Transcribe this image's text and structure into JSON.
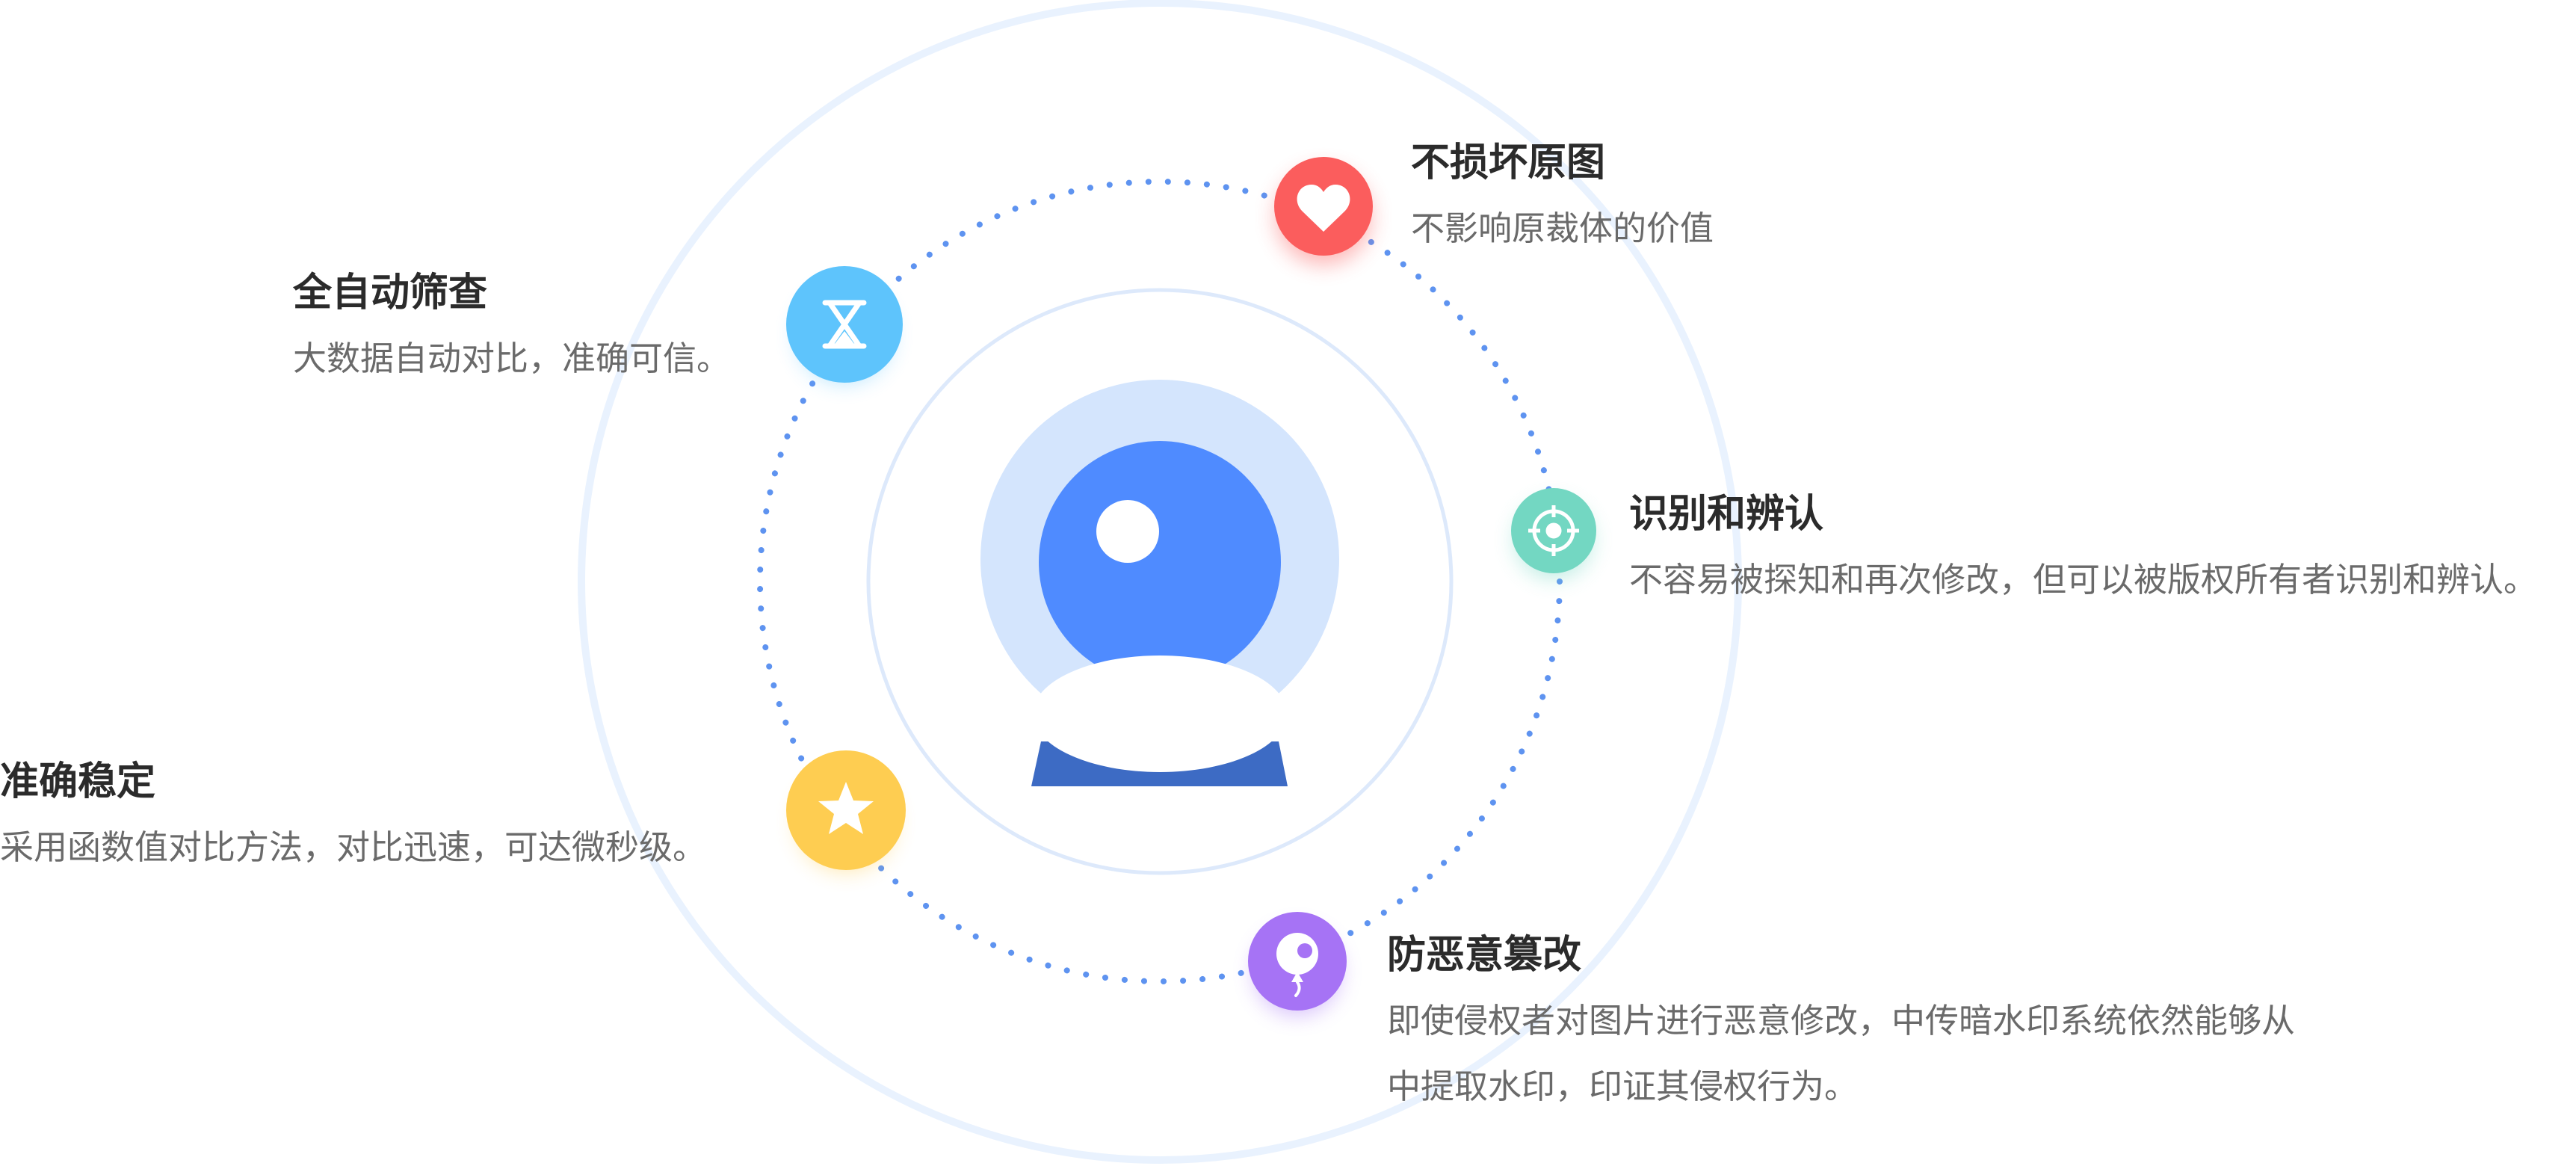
{
  "colors": {
    "outer_ring": "#e9f2fe",
    "inner_ring": "#dde9fb",
    "dotted_ring": "#5e93f0",
    "camera_halo": "#d4e5fd",
    "camera_lens": "#4f8bff",
    "camera_base": "#3d6bc4",
    "heart": "#fb5d5d",
    "hourglass": "#5ec4fc",
    "target": "#73d7c2",
    "star": "#fecd51",
    "balloon": "#a673f5"
  },
  "center_icon": "camera-icon",
  "features": [
    {
      "id": "no-damage",
      "icon": "heart-icon",
      "title": "不损坏原图",
      "desc_lines": [
        "不影响原裁体的价值"
      ]
    },
    {
      "id": "auto-screening",
      "icon": "hourglass-icon",
      "title": "全自动筛查",
      "desc_lines": [
        "大数据自动对比，准确可信。"
      ]
    },
    {
      "id": "identify",
      "icon": "target-icon",
      "title": "识别和辨认",
      "desc_lines": [
        "不容易被探知和再次修改，但可以被版权所有者识别和辨认。"
      ]
    },
    {
      "id": "accurate-stable",
      "icon": "star-icon",
      "title": "准确稳定",
      "desc_lines": [
        "采用函数值对比方法，对比迅速，可达微秒级。"
      ]
    },
    {
      "id": "anti-tamper",
      "icon": "balloon-icon",
      "title": "防恶意篡改",
      "desc_lines": [
        "即使侵权者对图片进行恶意修改，中传暗水印系统依然能够从",
        "中提取水印，印证其侵权行为。"
      ]
    }
  ]
}
